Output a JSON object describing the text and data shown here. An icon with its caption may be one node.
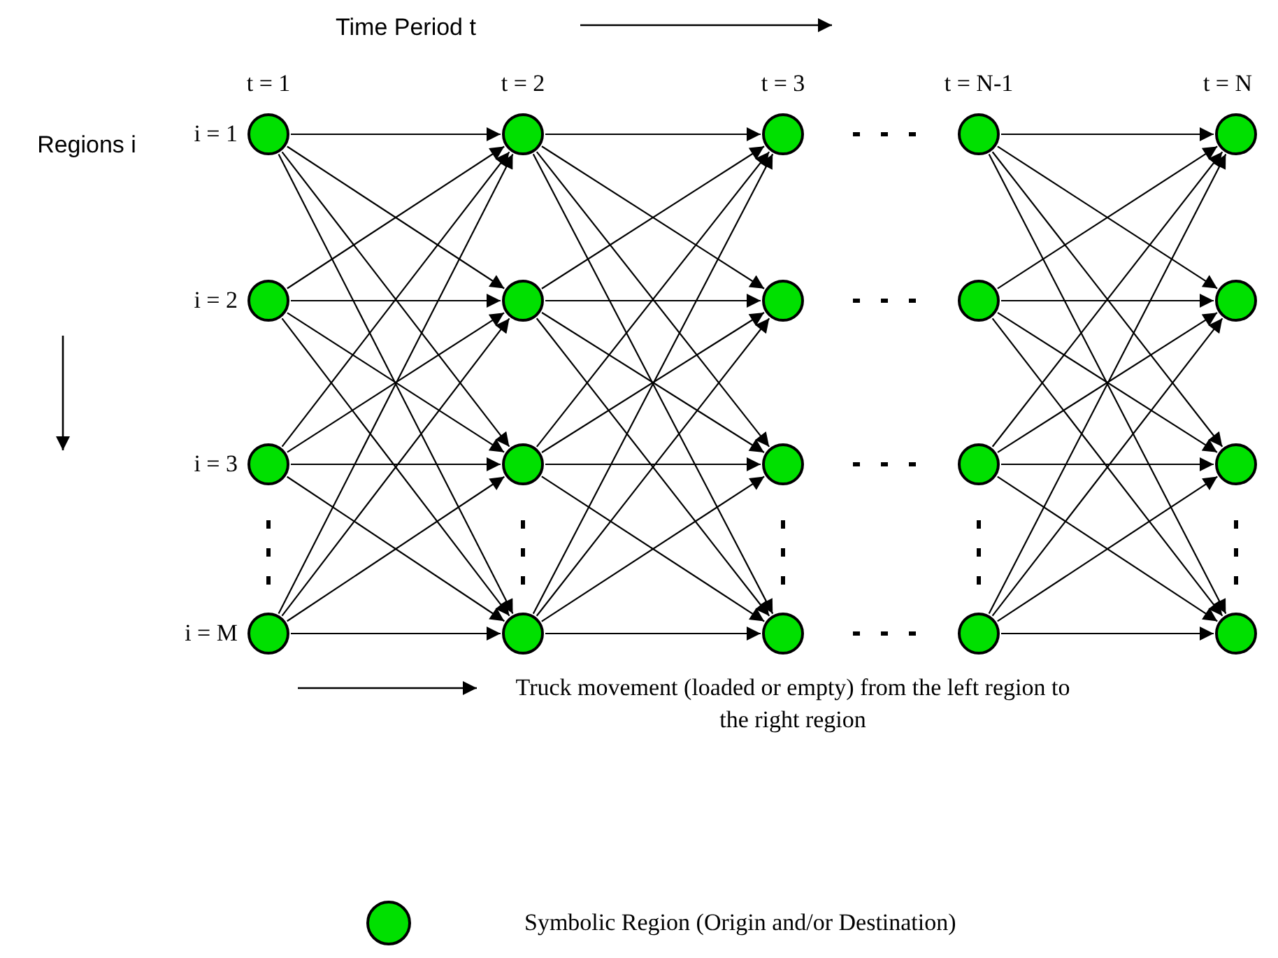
{
  "diagram": {
    "nodes": [
      {
        "text": [],
        "shape": "circle"
      },
      {
        "text": [],
        "shape": "circle"
      },
      {
        "text": [],
        "shape": "circle"
      },
      {
        "text": [],
        "shape": "circle"
      },
      {
        "text": [],
        "shape": "circle"
      },
      {
        "text": [],
        "shape": "circle"
      },
      {
        "text": [],
        "shape": "circle"
      },
      {
        "text": [],
        "shape": "circle"
      },
      {
        "text": [],
        "shape": "circle"
      },
      {
        "text": [],
        "shape": "circle"
      },
      {
        "text": [],
        "shape": "circle"
      },
      {
        "text": [],
        "shape": "circle"
      },
      {
        "text": [],
        "shape": "circle"
      },
      {
        "text": [],
        "shape": "circle"
      },
      {
        "text": [],
        "shape": "circle"
      },
      {
        "text": [],
        "shape": "circle"
      },
      {
        "text": [],
        "shape": "circle"
      },
      {
        "text": [],
        "shape": "circle"
      },
      {
        "text": [],
        "shape": "circle"
      },
      {
        "text": [],
        "shape": "circle"
      }
    ],
    "edges": [
      {
        "from": 0,
        "to": 1,
        "arrow": "to"
      },
      {
        "from": 0,
        "to": 6,
        "arrow": "to"
      },
      {
        "from": 0,
        "to": 11,
        "arrow": "to"
      },
      {
        "from": 0,
        "to": 16,
        "arrow": "to"
      },
      {
        "from": 5,
        "to": 1,
        "arrow": "to"
      },
      {
        "from": 5,
        "to": 6,
        "arrow": "to"
      },
      {
        "from": 5,
        "to": 11,
        "arrow": "to"
      },
      {
        "from": 5,
        "to": 16,
        "arrow": "to"
      },
      {
        "from": 10,
        "to": 1,
        "arrow": "to"
      },
      {
        "from": 10,
        "to": 6,
        "arrow": "to"
      },
      {
        "from": 10,
        "to": 11,
        "arrow": "to"
      },
      {
        "from": 10,
        "to": 16,
        "arrow": "to"
      },
      {
        "from": 15,
        "to": 1,
        "arrow": "to"
      },
      {
        "from": 15,
        "to": 6,
        "arrow": "to"
      },
      {
        "from": 15,
        "to": 11,
        "arrow": "to"
      },
      {
        "from": 15,
        "to": 16,
        "arrow": "to"
      },
      {
        "from": 1,
        "to": 2,
        "arrow": "to"
      },
      {
        "from": 1,
        "to": 7,
        "arrow": "to"
      },
      {
        "from": 1,
        "to": 12,
        "arrow": "to"
      },
      {
        "from": 1,
        "to": 17,
        "arrow": "to"
      },
      {
        "from": 6,
        "to": 2,
        "arrow": "to"
      },
      {
        "from": 6,
        "to": 7,
        "arrow": "to"
      },
      {
        "from": 6,
        "to": 12,
        "arrow": "to"
      },
      {
        "from": 6,
        "to": 17,
        "arrow": "to"
      },
      {
        "from": 11,
        "to": 2,
        "arrow": "to"
      },
      {
        "from": 11,
        "to": 7,
        "arrow": "to"
      },
      {
        "from": 11,
        "to": 12,
        "arrow": "to"
      },
      {
        "from": 11,
        "to": 17,
        "arrow": "to"
      },
      {
        "from": 16,
        "to": 2,
        "arrow": "to"
      },
      {
        "from": 16,
        "to": 7,
        "arrow": "to"
      },
      {
        "from": 16,
        "to": 12,
        "arrow": "to"
      },
      {
        "from": 16,
        "to": 17,
        "arrow": "to"
      },
      {
        "from": 3,
        "to": 4,
        "arrow": "to"
      },
      {
        "from": 3,
        "to": 9,
        "arrow": "to"
      },
      {
        "from": 3,
        "to": 14,
        "arrow": "to"
      },
      {
        "from": 3,
        "to": 19,
        "arrow": "to"
      },
      {
        "from": 8,
        "to": 4,
        "arrow": "to"
      },
      {
        "from": 8,
        "to": 9,
        "arrow": "to"
      },
      {
        "from": 8,
        "to": 14,
        "arrow": "to"
      },
      {
        "from": 8,
        "to": 19,
        "arrow": "to"
      },
      {
        "from": 13,
        "to": 4,
        "arrow": "to"
      },
      {
        "from": 13,
        "to": 9,
        "arrow": "to"
      },
      {
        "from": 13,
        "to": 14,
        "arrow": "to"
      },
      {
        "from": 13,
        "to": 19,
        "arrow": "to"
      },
      {
        "from": 18,
        "to": 4,
        "arrow": "to"
      },
      {
        "from": 18,
        "to": 9,
        "arrow": "to"
      },
      {
        "from": 18,
        "to": 14,
        "arrow": "to"
      },
      {
        "from": 18,
        "to": 19,
        "arrow": "to"
      }
    ],
    "labels": [
      "Time Period t",
      "t = 1",
      "t = 2",
      "t = 3",
      "t = N-1",
      "t = N",
      "Regions i",
      "i = 1",
      "i = 2",
      "i = 3",
      "i = M"
    ],
    "legend": [
      {
        "text": "Truck movement (loaded or empty) from the left region to the right region"
      },
      {
        "text": "Symbolic Region (Origin and/or Destination)"
      }
    ]
  }
}
